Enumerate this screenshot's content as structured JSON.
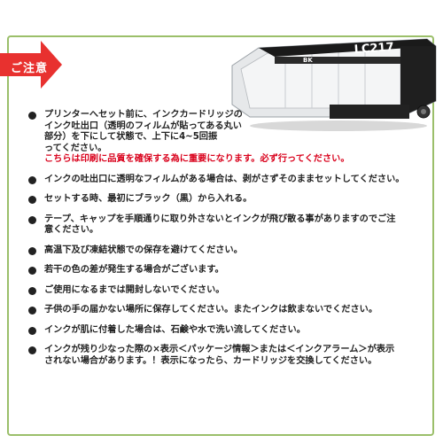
{
  "header": {
    "title": "ご注意"
  },
  "product": {
    "label_text": "LC217",
    "side_text": "BK"
  },
  "notes": [
    {
      "lines": [
        "プリンターへセット前に、インクカードリッジの",
        "インク吐出口（透明のフィルムが貼ってある丸い",
        "部分）を下にして状態で、上下に4~5回振",
        "ってください。"
      ],
      "warning": "こちらは印刷に品質を確保する為に重要になります。必ず行ってください。"
    },
    {
      "lines": [
        "インクの吐出口に透明なフィルムがある場合は、剥がさずそのままセットしてください。"
      ]
    },
    {
      "lines": [
        "セットする時、最初にブラック（黒）から入れる。"
      ]
    },
    {
      "lines": [
        "テープ、キャップを手順通りに取り外さないとインクが飛び散る事がありますのでご注",
        "意ください。"
      ]
    },
    {
      "lines": [
        "高温下及び凍結状態での保存を避けてください。"
      ]
    },
    {
      "lines": [
        "若干の色の差が発生する場合がございます。"
      ]
    },
    {
      "lines": [
        "ご使用になるまでは開封しないでください。"
      ]
    },
    {
      "lines": [
        "子供の手の届かない場所に保存してください。またインクは飲まないでください。"
      ]
    },
    {
      "lines": [
        "インクが肌に付着した場合は、石鹸や水で洗い流してください。"
      ]
    },
    {
      "lines": [
        "インクが残り少なった際の×表示＜パッケージ情報＞または＜インクアラーム＞が表示",
        "されない場合があります。！表示になったら、カードリッジを交換してください。"
      ]
    }
  ],
  "colors": {
    "tab": "#e8312f",
    "frame": "#9bbf6a",
    "warning": "#d9001b"
  }
}
